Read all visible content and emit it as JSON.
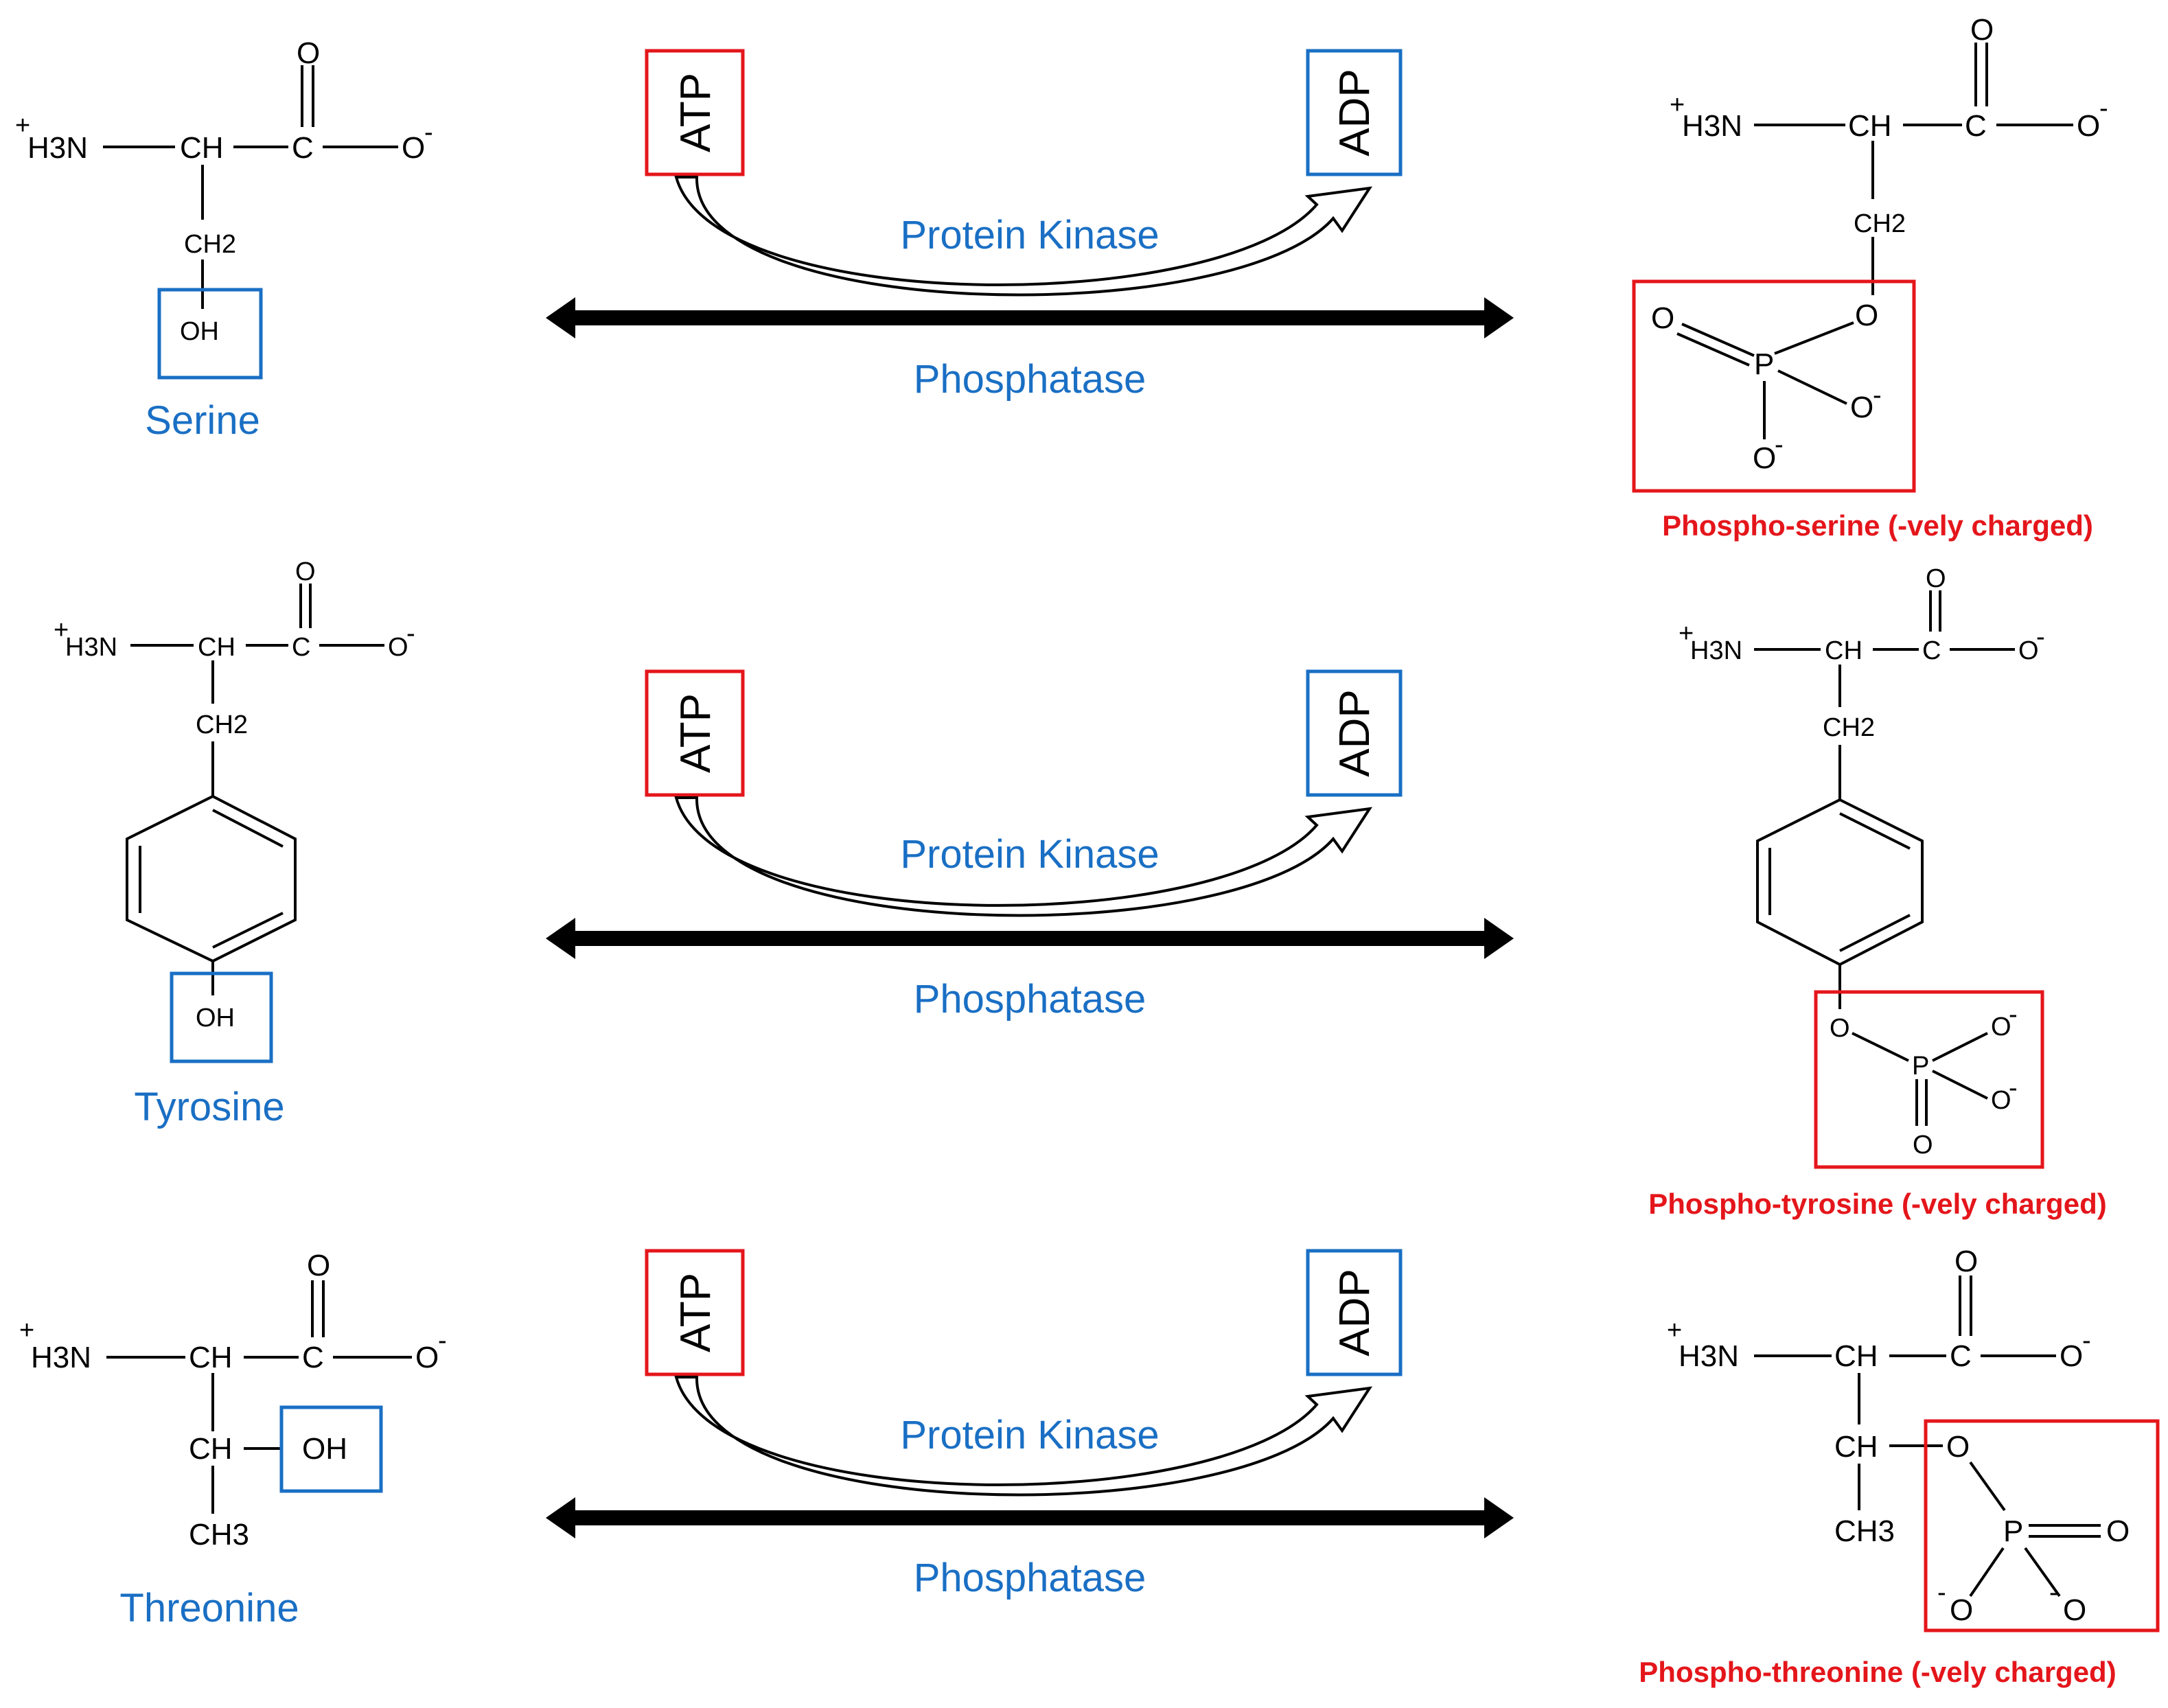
{
  "reactions": [
    {
      "substrate_label": "Serine",
      "product_label": "Phospho-serine (-vely charged)",
      "atp": "ATP",
      "adp": "ADP",
      "forward_enzyme": "Protein Kinase",
      "reverse_enzyme": "Phosphatase"
    },
    {
      "substrate_label": "Tyrosine",
      "product_label": "Phospho-tyrosine (-vely charged)",
      "atp": "ATP",
      "adp": "ADP",
      "forward_enzyme": "Protein Kinase",
      "reverse_enzyme": "Phosphatase"
    },
    {
      "substrate_label": "Threonine",
      "product_label": "Phospho-threonine (-vely charged)",
      "atp": "ATP",
      "adp": "ADP",
      "forward_enzyme": "Protein Kinase",
      "reverse_enzyme": "Phosphatase"
    }
  ],
  "atoms": {
    "amine": "H3N",
    "alpha_carbon": "CH",
    "carboxyl_carbon": "C",
    "oxygen": "O",
    "methylene": "CH2",
    "methyl": "CH3",
    "hydroxyl": "OH",
    "phosphorus": "P"
  },
  "colors": {
    "blue": "#1a6fc4",
    "red": "#e4161b",
    "black": "#000000"
  }
}
